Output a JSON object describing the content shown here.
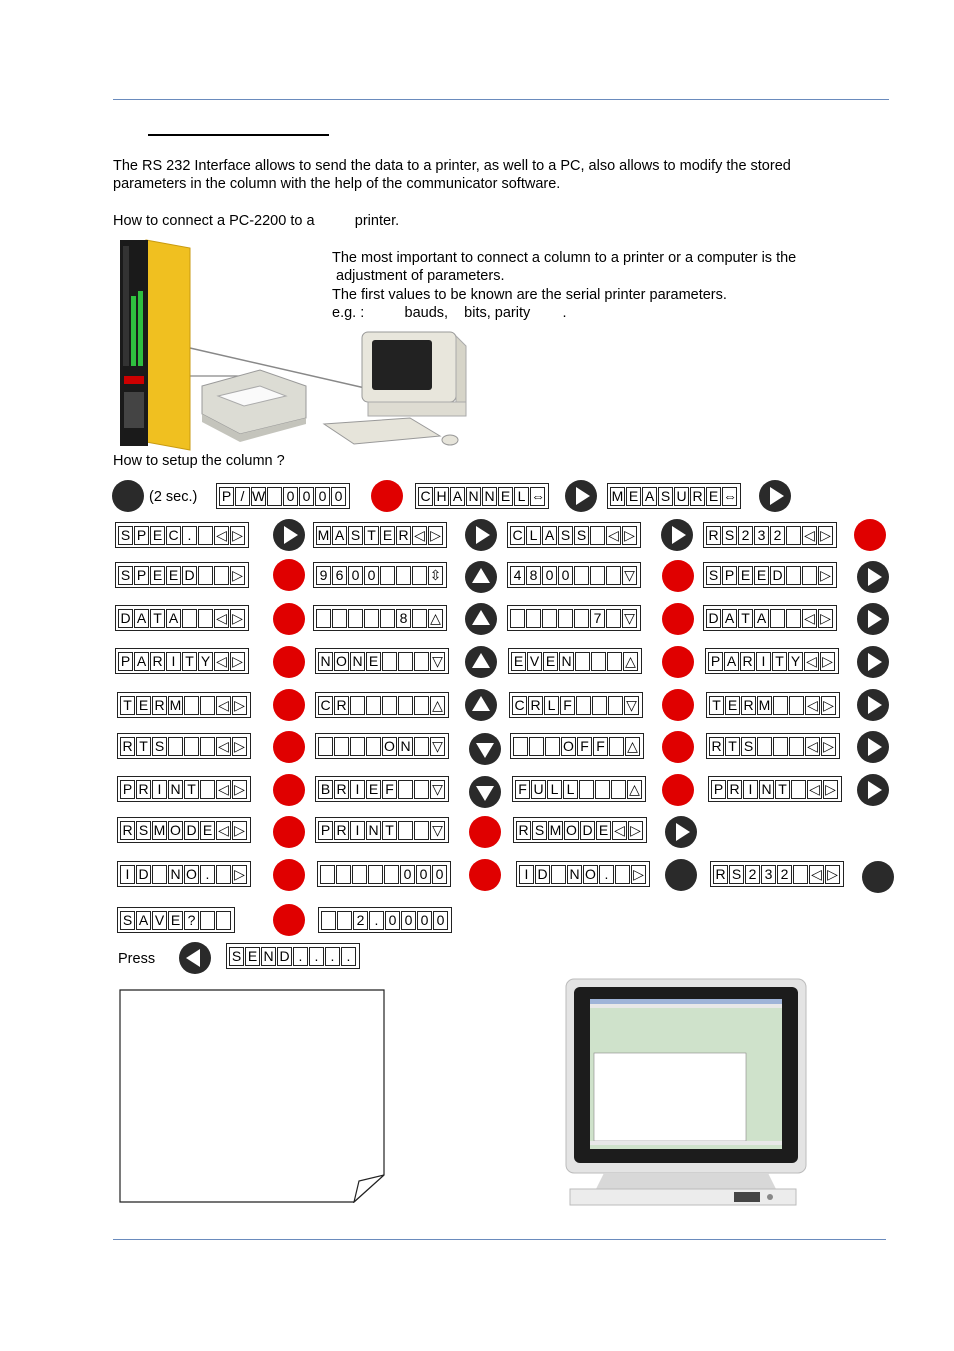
{
  "intro": "The RS 232 Interface allows to send the data to a printer, as well to a PC, also allows to modify the stored parameters in the column with the help of the communicator software.",
  "intro_line1": "The RS 232 Interface allows to send the data to a printer, as well to a PC, also allows to modify the stored",
  "intro_line2": "parameters in the column with the help of the communicator software.",
  "connect_heading": "How to connect a PC-2200 to a          printer.",
  "side_text": {
    "line1": "The most important to connect a column to a printer or a computer is the",
    "line2": " adjustment of parameters.",
    "line3": "The first values to be known are the serial printer parameters.",
    "line4": "e.g. :          bauds,    bits, parity        ."
  },
  "setup_heading": "How to setup the column ?",
  "hold_label": "(2 sec.)",
  "press_label": "Press",
  "displays": {
    "r0": [
      "P/W 0000",
      "CHANNEL⇔",
      "MEASURE⇔"
    ],
    "r1": [
      "SPEC. ◁▷",
      "MASTER◁▷",
      "CLASS ◁▷",
      "RS232 ◁▷"
    ],
    "r2": [
      "SPEED  ▷",
      "9600   ⇳",
      "4800   ▽",
      "SPEED  ▷"
    ],
    "r3": [
      "DATA  ◁▷",
      "     8 △",
      "     7 ▽",
      "DATA  ◁▷"
    ],
    "r4": [
      "PARITY◁▷",
      "NONE   ▽",
      "EVEN   △",
      "PARITY◁▷"
    ],
    "r5": [
      "TERM  ◁▷",
      "CR     △",
      "CRLF   ▽",
      "TERM  ◁▷"
    ],
    "r6": [
      "RTS   ◁▷",
      "    ON ▽",
      "   OFF △",
      "RTS   ◁▷"
    ],
    "r7": [
      "PRINT ◁▷",
      "BRIEF  ▽",
      "FULL   △",
      "PRINT ◁▷"
    ],
    "r8": [
      "RSMODE◁▷",
      "PRINT  ▽",
      "RSMODE◁▷"
    ],
    "r9": [
      "ID NO. ▷",
      "     000",
      "ID NO. ▷",
      "RS232 ◁▷"
    ],
    "r10": [
      "SAVE?  ",
      "  2.0000"
    ],
    "r11": [
      "SEND...."
    ]
  },
  "colors": {
    "rule": "#6a8bbd",
    "red_button": "#e00000",
    "black_button": "#2a2a2a",
    "column_yellow": "#f0c020"
  }
}
